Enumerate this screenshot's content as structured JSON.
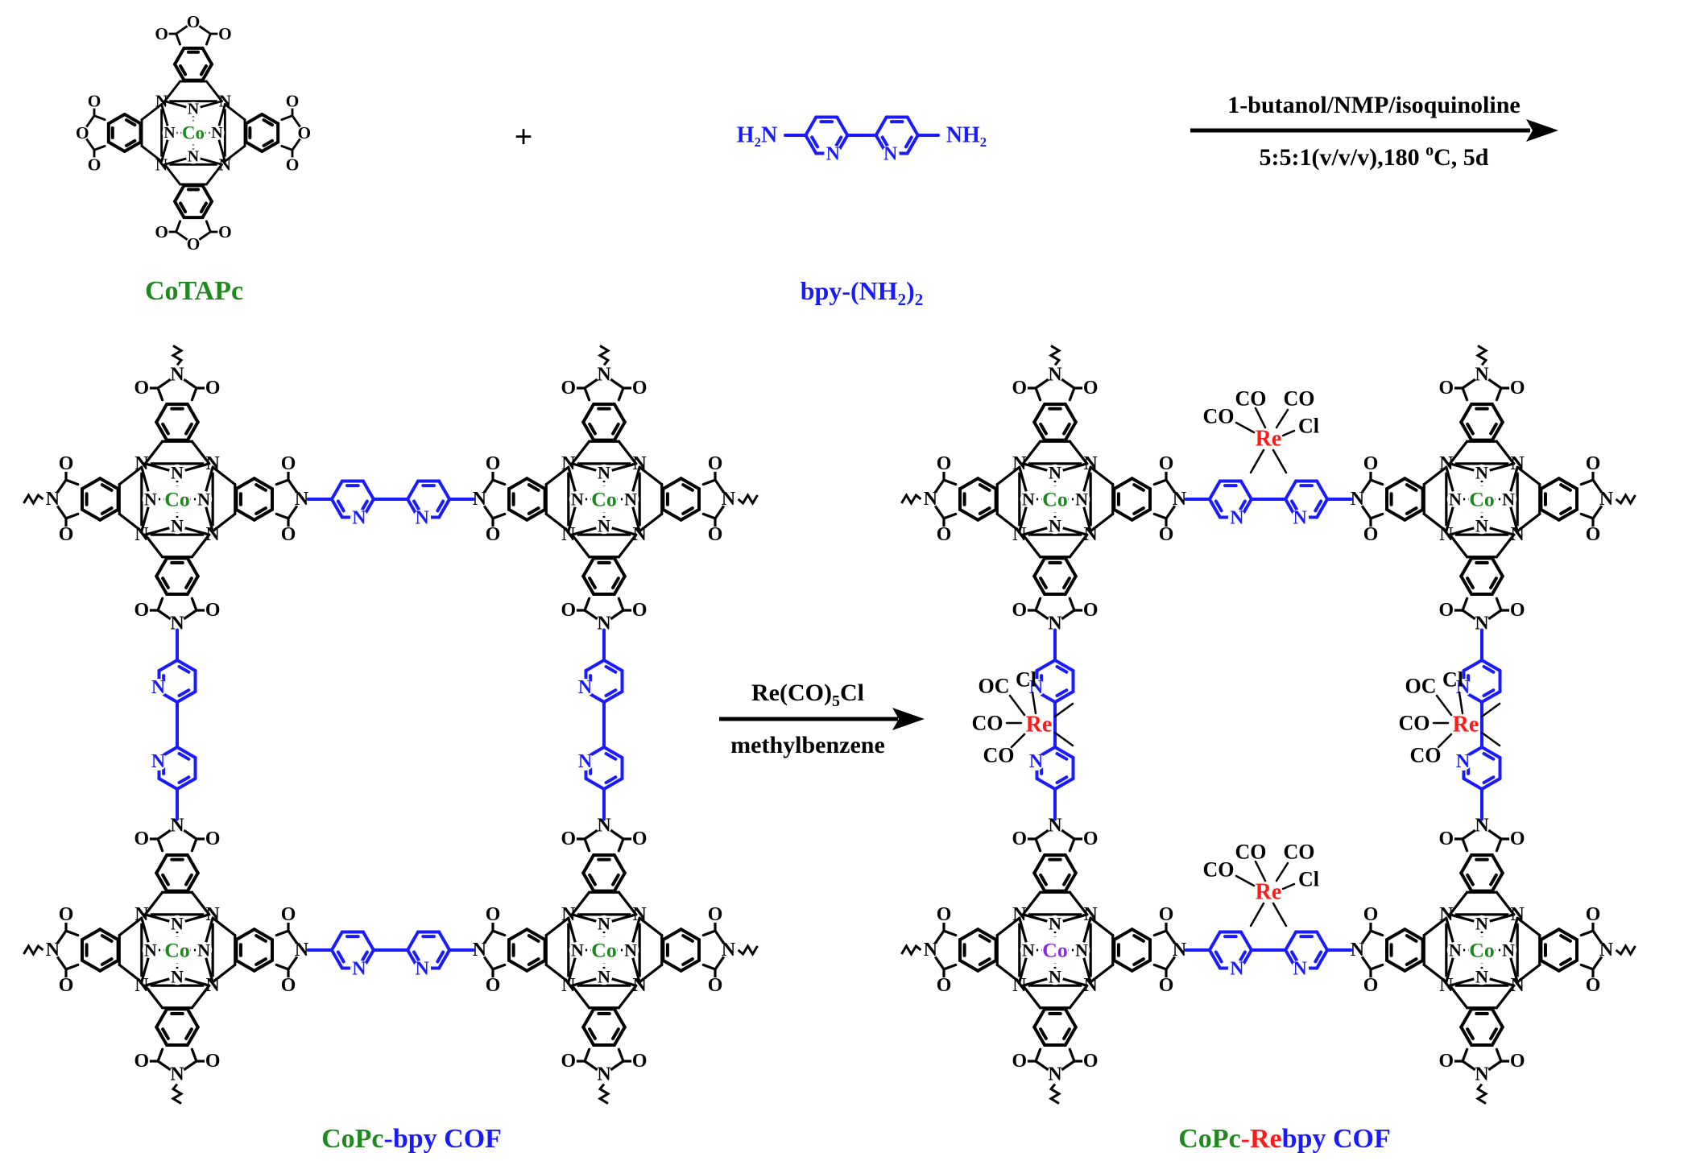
{
  "colors": {
    "black": "#000000",
    "green": "#1e8a1e",
    "blue": "#1a1aff",
    "red": "#ff1a1a",
    "purple": "#8a2be2"
  },
  "reactant1": {
    "label": "CoTAPc",
    "metal": "Co"
  },
  "plus": "+",
  "reactant2": {
    "label_prefix": "bpy-(NH",
    "label_sub": "2",
    "label_mid": ")",
    "label_sub2": "2",
    "left_group": "H2N",
    "right_group": "NH2"
  },
  "arrow1": {
    "top": "1-butanol/NMP/isoquinoline",
    "bottom_a": "5:5:1(v/v/v),180 ",
    "bottom_sup": "o",
    "bottom_b": "C, 5d"
  },
  "arrow2": {
    "top_a": "Re(CO)",
    "top_sub": "5",
    "top_b": "Cl",
    "bottom": "methylbenzene"
  },
  "cof1": {
    "label_a": "CoPc",
    "label_b": "-bpy COF"
  },
  "cof2": {
    "label_a": "CoPc",
    "label_b": "-Re",
    "label_c": "bpy COF"
  },
  "atoms": {
    "co": "Co",
    "re": "Re",
    "n": "N",
    "o": "O",
    "cl": "Cl",
    "carbonyl": "CO",
    "oc": "OC"
  }
}
